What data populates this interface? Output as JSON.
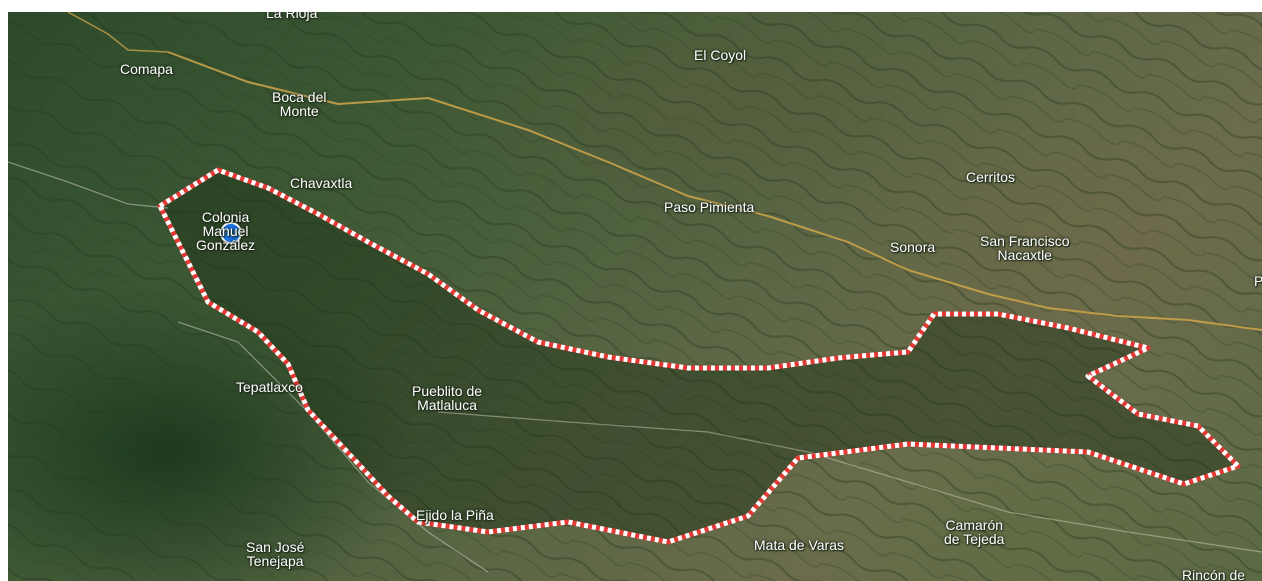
{
  "map": {
    "type": "satellite",
    "colors": {
      "boundary_primary": "#e53935",
      "boundary_secondary": "#ffffff",
      "road": "#c9a24a",
      "location_dot": "#1a73e8",
      "label_text": "#ffffff"
    },
    "places": [
      {
        "id": "la-rioja",
        "lines": [
          "La Rioja"
        ]
      },
      {
        "id": "comapa",
        "lines": [
          "Comapa"
        ]
      },
      {
        "id": "el-coyol",
        "lines": [
          "El Coyol"
        ]
      },
      {
        "id": "boca-del-monte",
        "lines": [
          "Boca del",
          "Monte"
        ]
      },
      {
        "id": "chavaxtla",
        "lines": [
          "Chavaxtla"
        ]
      },
      {
        "id": "colonia-manuel-gonzalez",
        "lines": [
          "Colonia",
          "Manuel",
          "González"
        ]
      },
      {
        "id": "paso-pimienta",
        "lines": [
          "Paso Pimienta"
        ]
      },
      {
        "id": "cerritos",
        "lines": [
          "Cerritos"
        ]
      },
      {
        "id": "sonora",
        "lines": [
          "Sonora"
        ]
      },
      {
        "id": "san-francisco-nacaxtle",
        "lines": [
          "San Francisco",
          "Nacaxtle"
        ]
      },
      {
        "id": "edge-p",
        "lines": [
          "P"
        ]
      },
      {
        "id": "tepatlaxco",
        "lines": [
          "Tepatlaxco"
        ]
      },
      {
        "id": "pueblito-de-matlaluca",
        "lines": [
          "Pueblito de",
          "Matlaluca"
        ]
      },
      {
        "id": "ejido-la-pina",
        "lines": [
          "Ejido la Piña"
        ]
      },
      {
        "id": "mata-de-varas",
        "lines": [
          "Mata de Varas"
        ]
      },
      {
        "id": "camaron-de-tejeda",
        "lines": [
          "Camarón",
          "de Tejeda"
        ]
      },
      {
        "id": "san-jose-tenejapa",
        "lines": [
          "San José",
          "Tenejapa"
        ]
      },
      {
        "id": "rincon-de",
        "lines": [
          "Rincón de"
        ]
      }
    ]
  }
}
